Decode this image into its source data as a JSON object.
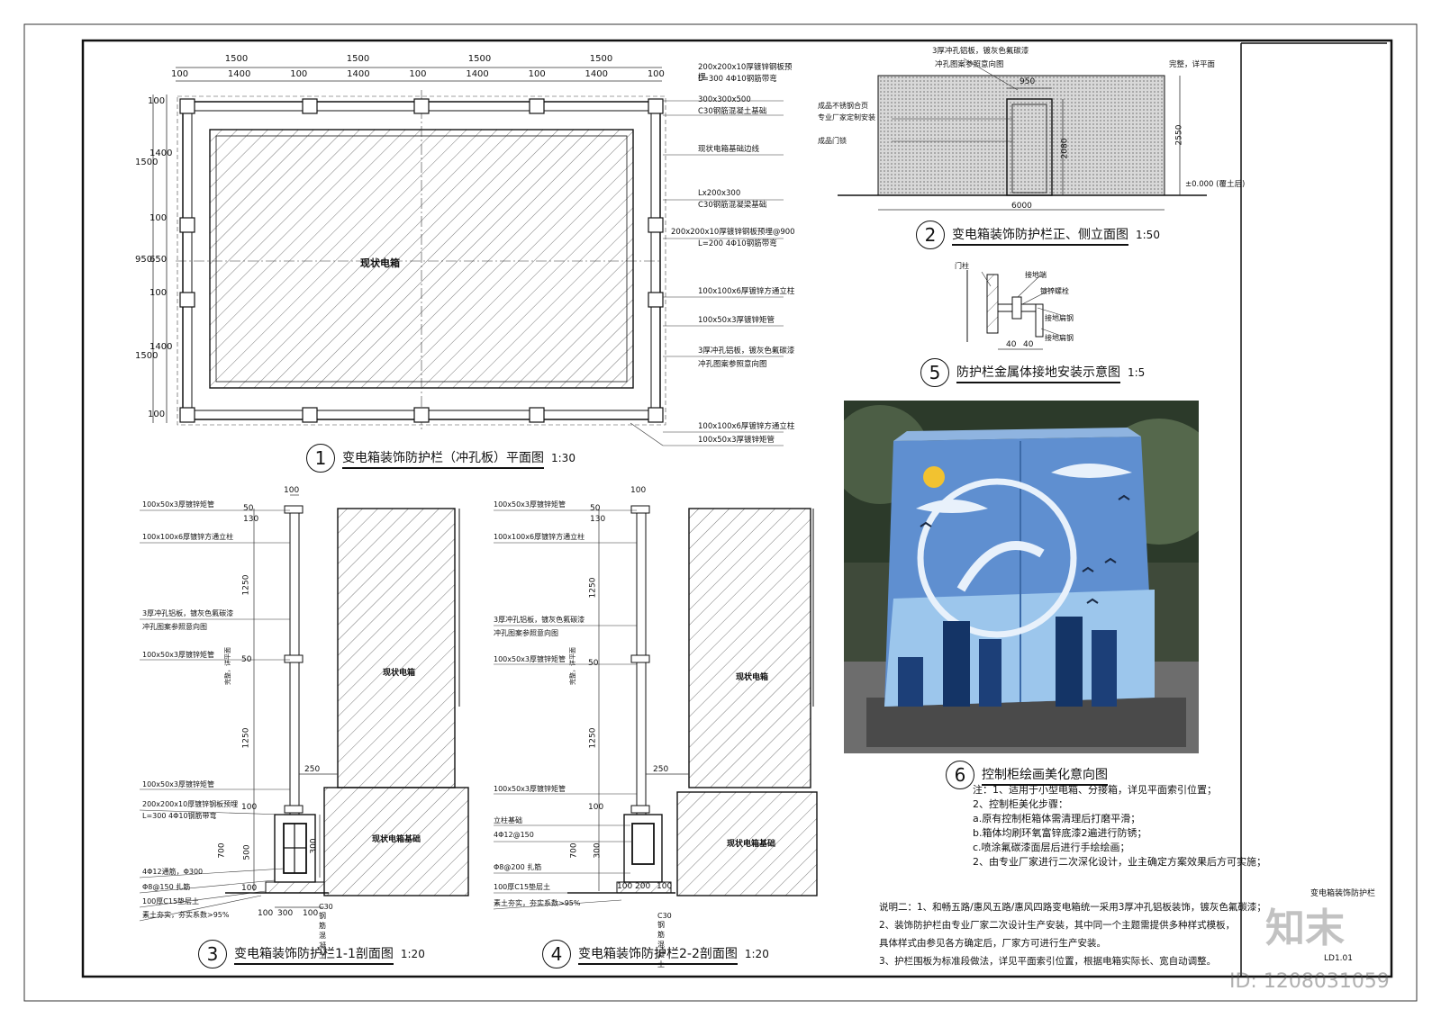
{
  "plan": {
    "top_dims_major": [
      "1500",
      "1500",
      "1500",
      "1500"
    ],
    "top_dims_minor": [
      "100",
      "1400",
      "100",
      "1400",
      "100",
      "1400",
      "100",
      "1400",
      "100"
    ],
    "left_dims": [
      "100",
      "1400",
      "1500",
      "100",
      "950",
      "650",
      "100",
      "1400",
      "1500",
      "100"
    ],
    "center_label": "现状电箱",
    "callouts": [
      "200x200x10厚镀锌钢板预埋",
      "L=300 4Φ10钢筋带弯",
      "300x300x500",
      "C30钢筋混凝土基础",
      "现状电箱基础边线",
      "Lx200x300",
      "C30钢筋混凝梁基础",
      "200x200x10厚镀锌钢板预埋@900",
      "L=200 4Φ10钢筋带弯",
      "100x100x6厚镀锌方通立柱",
      "100x50x3厚镀锌矩管",
      "3厚冲孔铝板，镀灰色氟碳漆",
      "冲孔图案参照意向图",
      "100x100x6厚镀锌方通立柱",
      "100x50x3厚镀锌矩管"
    ],
    "number": "1",
    "title": "变电箱装饰防护栏（冲孔板）平面图",
    "scale": "1:30"
  },
  "elevation": {
    "top_label": "3厚冲孔铝板，镀灰色氟碳漆",
    "top_label2": "冲孔图案参照意向图",
    "right_label": "完整，详平面",
    "door_width": "950",
    "door_height": "2080",
    "height": "2550",
    "level": "±0.000 (覆土后)",
    "width": "6000",
    "left_labels": [
      "成品不锈钢合页",
      "专业厂家定制安装",
      "成品门锁"
    ],
    "number": "2",
    "title": "变电箱装饰防护栏正、侧立面图",
    "scale": "1:50"
  },
  "grounding": {
    "labels": [
      "门柱",
      "接地端",
      "镀锌螺栓",
      "接地扁钢",
      "接地扁钢"
    ],
    "dims": [
      "40",
      "40"
    ],
    "number": "5",
    "title": "防护栏金属体接地安装示意图",
    "scale": "1:5"
  },
  "photo": {
    "number": "6",
    "title": "控制柜绘画美化意向图"
  },
  "section1": {
    "labels": [
      "100x50x3厚镀锌矩管",
      "100x100x6厚镀锌方通立柱",
      "3厚冲孔铝板，镀灰色氟碳漆",
      "冲孔图案参照意向图",
      "100x50x3厚镀锌矩管",
      "100x50x3厚镀锌矩管",
      "200x200x10厚镀锌钢板预埋",
      "L=300 4Φ10钢筋带弯",
      "4Φ12通筋，Φ300",
      "Φ8@150 扎筋",
      "100厚C15垫层土",
      "素土夯实，夯实系数>95%",
      "C30钢筋混凝土"
    ],
    "dims": [
      "100",
      "50",
      "130",
      "1250",
      "50",
      "1250",
      "250",
      "100",
      "300",
      "700",
      "500",
      "100",
      "100",
      "300",
      "100"
    ],
    "box_label": "现状电箱",
    "base_label": "现状电箱基础",
    "side_label": "完整，详平面",
    "number": "3",
    "title": "变电箱装饰防护栏1-1剖面图",
    "scale": "1:20"
  },
  "section2": {
    "labels": [
      "100x50x3厚镀锌矩管",
      "100x100x6厚镀锌方通立柱",
      "3厚冲孔铝板，镀灰色氟碳漆",
      "冲孔图案参照意向图",
      "100x50x3厚镀锌矩管",
      "100x50x3厚镀锌矩管",
      "立柱基础",
      "4Φ12@150",
      "Φ8@200 扎筋",
      "100厚C15垫层土",
      "素土夯实，夯实系数>95%",
      "C30钢筋混凝土"
    ],
    "dims": [
      "100",
      "50",
      "130",
      "1250",
      "50",
      "1250",
      "250",
      "100",
      "300",
      "700",
      "100",
      "200",
      "100"
    ],
    "box_label": "现状电箱",
    "base_label": "现状电箱基础",
    "side_label": "完整，详平面",
    "number": "4",
    "title": "变电箱装饰防护栏2-2剖面图",
    "scale": "1:20"
  },
  "notes1": [
    "注：1、适用于小型电箱、分接箱，详见平面索引位置；",
    "2、控制柜美化步骤：",
    "a.原有控制柜箱体需清理后打磨平滑；",
    "b.箱体均刷环氧富锌底漆2遍进行防锈；",
    "c.喷涂氟碳漆面层后进行手绘绘画；",
    "2、由专业厂家进行二次深化设计，业主确定方案效果后方可实施；"
  ],
  "notes2": [
    "说明二：1、和畅五路/惠风五路/惠风四路变电箱统一采用3厚冲孔铝板装饰，镀灰色氟碳漆；",
    "2、装饰防护栏由专业厂家二次设计生产安装，其中同一个主题需提供多种样式模板，",
    "具体样式由参见各方确定后，厂家方可进行生产安装。",
    "3、护栏围板为标准段做法，详见平面索引位置，根据电箱实际长、宽自动调整。"
  ],
  "titleblock": {
    "name": "变电箱装饰防护栏",
    "code": "LD1.01"
  },
  "watermark": {
    "brand": "知末",
    "id": "ID: 1208031059"
  }
}
